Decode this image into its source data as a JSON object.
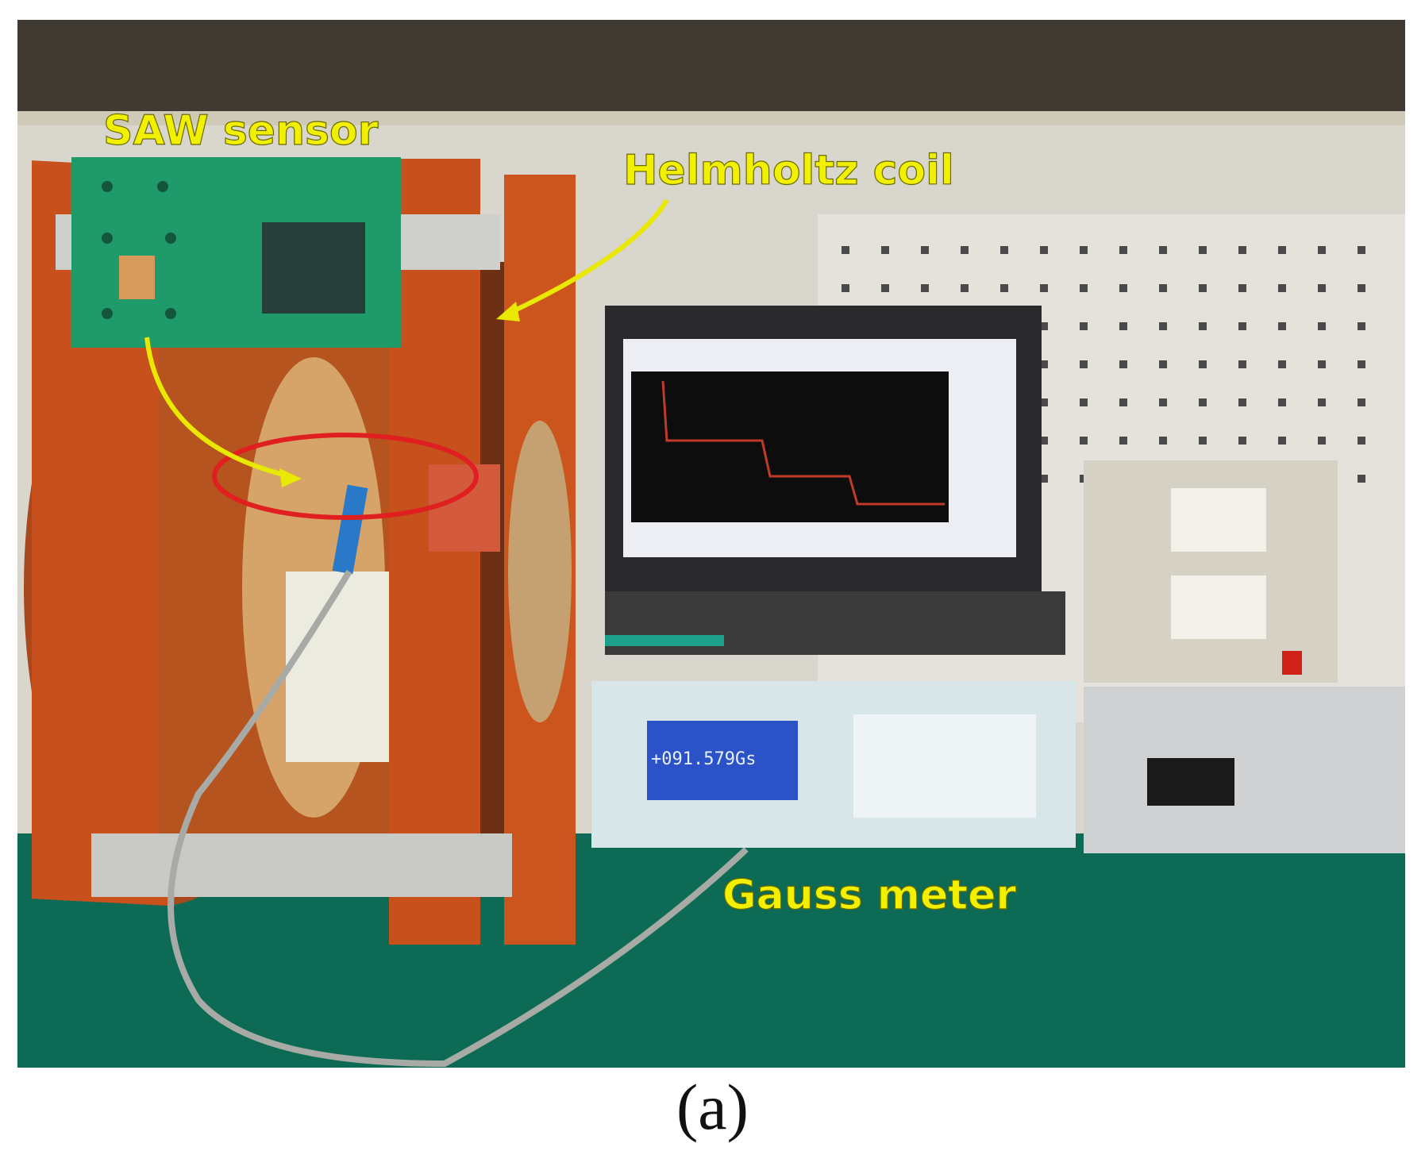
{
  "labels": {
    "saw_sensor": "SAW sensor",
    "helmholtz_coil": "Helmholtz coil",
    "gauss_meter": "Gauss meter"
  },
  "gauss_meter_display": "+091.579Gs",
  "caption": "(a)",
  "colors": {
    "annotation": "#f0f000",
    "highlight_ellipse": "#e02020",
    "coil_frame": "#c8501c",
    "pcb": "#1f9a6a",
    "bench": "#0d6b55"
  }
}
